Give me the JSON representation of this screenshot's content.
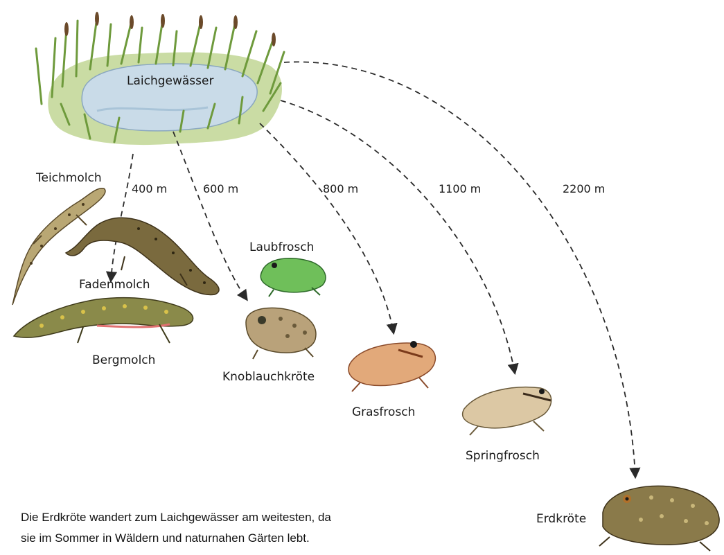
{
  "pond": {
    "label": "Laichgewässer"
  },
  "routes": [
    {
      "distance": "400 m",
      "to": "Fadenmolch"
    },
    {
      "distance": "600 m",
      "to": "Knoblauchkröte"
    },
    {
      "distance": "800 m",
      "to": "Grasfrosch"
    },
    {
      "distance": "1100 m",
      "to": "Springfrosch"
    },
    {
      "distance": "2200 m",
      "to": "Erdkröte"
    }
  ],
  "animals": {
    "teichmolch": "Teichmolch",
    "fadenmolch": "Fadenmolch",
    "bergmolch": "Bergmolch",
    "laubfrosch": "Laubfrosch",
    "knoblauchkroete": "Knoblauchkröte",
    "grasfrosch": "Grasfrosch",
    "springfrosch": "Springfrosch",
    "erdkroete": "Erdkröte"
  },
  "caption": {
    "line1": "Die Erdkröte wandert zum Laichgewässer am weitesten, da",
    "line2": "sie im Sommer in Wäldern und naturnahen Gärten lebt."
  },
  "colors": {
    "pond_water": "#c9dbe8",
    "grass": "#6e9a3c",
    "newt_brown": "#7a6a3e",
    "bergmolch_spots": "#d9c24a",
    "laubfrosch_green": "#6fbf5a",
    "grasfrosch_tan": "#e2a97a",
    "springfrosch_beige": "#dcc8a4",
    "erdkroete_olive": "#8a7a4a",
    "knoblauch_khaki": "#b9a27a",
    "route_dash": "#2a2a2a"
  }
}
